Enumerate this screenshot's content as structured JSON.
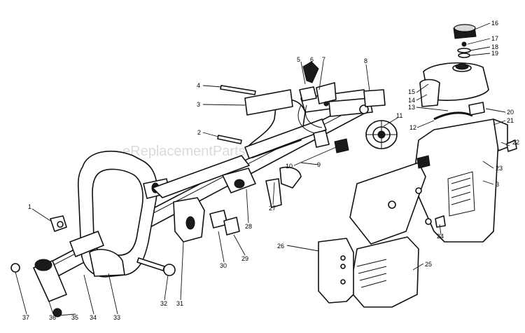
{
  "watermark": "eReplacementParts.com",
  "labels": {
    "l1": "1",
    "l2": "2",
    "l3a": "3",
    "l3b": "3",
    "l4": "4",
    "l5": "5",
    "l6": "6",
    "l7": "7",
    "l8": "8",
    "l9": "9",
    "l10": "10",
    "l11": "11",
    "l12": "12",
    "l13": "13",
    "l14": "14",
    "l15": "15",
    "l16": "16",
    "l17": "17",
    "l18": "18",
    "l19": "19",
    "l20": "20",
    "l21": "21",
    "l22": "22",
    "l23": "23",
    "l24": "24",
    "l25": "25",
    "l26": "26",
    "l27": "27",
    "l28": "28",
    "l29": "29",
    "l30": "30",
    "l31": "31",
    "l32": "32",
    "l33": "33",
    "l34": "34",
    "l35": "35",
    "l36": "36",
    "l37": "37"
  }
}
